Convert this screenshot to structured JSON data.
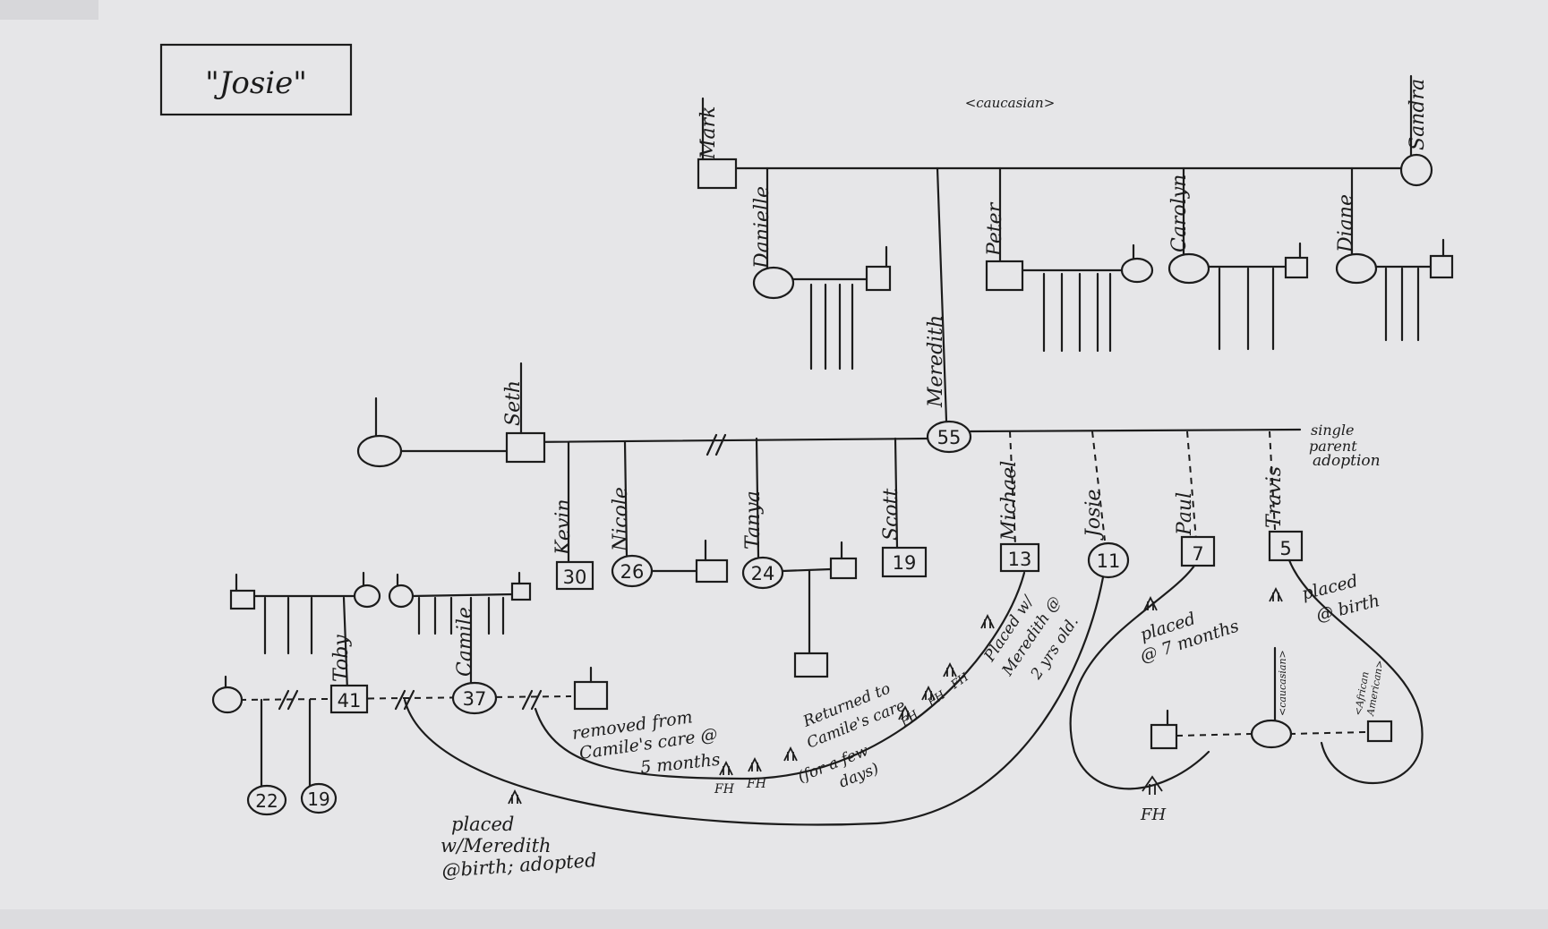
{
  "title": "\"Josie\"",
  "annotations": {
    "caucasian_top": "<caucasian>",
    "single_parent": [
      "single",
      "parent",
      "adoption"
    ],
    "removed": [
      "removed from",
      "Camile's care @",
      "5 months"
    ],
    "returned": [
      "Returned to",
      "Camile's care",
      "(for a few",
      "days)"
    ],
    "placed_meredith_2": [
      "Placed w/",
      "Meredith @",
      "2 yrs old."
    ],
    "placed_7": [
      "placed",
      "@ 7 months"
    ],
    "placed_birth": [
      "placed",
      "@ birth"
    ],
    "placed_birth_adopted": [
      "placed",
      "w/Meredith",
      "@birth; adopted"
    ],
    "caucasian_small": "<caucasian>",
    "african_american": [
      "<African",
      "American>"
    ],
    "fh": "FH"
  },
  "people": {
    "mark": "Mark",
    "sandra": "Sandra",
    "danielle": "Danielle",
    "peter": "Peter",
    "carolyn": "Carolyn",
    "diane": "Diane",
    "meredith": "Meredith",
    "meredith_age": "55",
    "seth": "Seth",
    "kevin": "Kevin",
    "kevin_age": "30",
    "nicole": "Nicole",
    "nicole_age": "26",
    "tanya": "Tanya",
    "tanya_age": "24",
    "scott": "Scott",
    "scott_age": "19",
    "michael": "Michael",
    "michael_age": "13",
    "josie": "Josie",
    "josie_age": "11",
    "paul": "Paul",
    "paul_age": "7",
    "travis": "Travis",
    "travis_age": "5",
    "toby": "Toby",
    "toby_age": "41",
    "camile": "Camile",
    "camile_age": "37",
    "child_a_age": "22",
    "child_b_age": "19"
  }
}
